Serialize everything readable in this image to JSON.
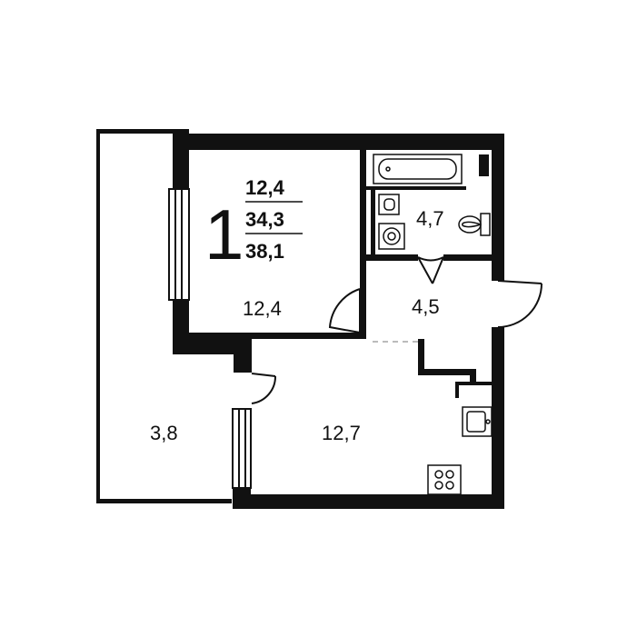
{
  "colors": {
    "wall": "#111111",
    "line": "#111111",
    "background": "#ffffff",
    "door_opening": "#bbbbbb"
  },
  "summary": {
    "rooms_count": "1",
    "living_area": "12,4",
    "total_area_no_balcony": "34,3",
    "total_area": "38,1"
  },
  "rooms": {
    "living_room": "12,4",
    "hall": "4,5",
    "bathroom": "4,7",
    "kitchen": "12,7",
    "balcony": "3,8"
  },
  "icons": [
    "bathtub-icon",
    "sink-icon",
    "washing-machine-icon",
    "toilet-icon",
    "kitchen-sink-icon",
    "stove-icon"
  ]
}
